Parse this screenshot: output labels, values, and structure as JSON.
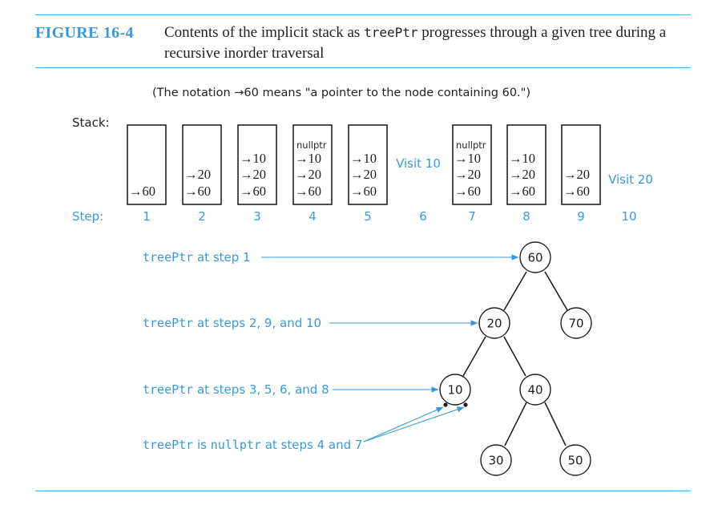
{
  "figure": {
    "label": "FIGURE 16-4",
    "caption_before": "Contents of the implicit stack as ",
    "caption_code": "treePtr",
    "caption_after": " progresses through a given tree during a recursive inorder traversal"
  },
  "note": "(The notation →60 means \"a pointer to the node containing 60.\")",
  "stack_label": "Stack:",
  "step_label": "Step:",
  "steps": [
    {
      "number": "1",
      "stack": [
        "→60"
      ],
      "visit": ""
    },
    {
      "number": "2",
      "stack": [
        "→20",
        "→60"
      ],
      "visit": ""
    },
    {
      "number": "3",
      "stack": [
        "→10",
        "→20",
        "→60"
      ],
      "visit": ""
    },
    {
      "number": "4",
      "stack": [
        "nullptr",
        "→10",
        "→20",
        "→60"
      ],
      "visit": ""
    },
    {
      "number": "5",
      "stack": [
        "→10",
        "→20",
        "→60"
      ],
      "visit": ""
    },
    {
      "number": "6",
      "stack": null,
      "visit": "Visit 10"
    },
    {
      "number": "7",
      "stack": [
        "nullptr",
        "→10",
        "→20",
        "→60"
      ],
      "visit": ""
    },
    {
      "number": "8",
      "stack": [
        "→10",
        "→20",
        "→60"
      ],
      "visit": ""
    },
    {
      "number": "9",
      "stack": [
        "→20",
        "→60"
      ],
      "visit": ""
    },
    {
      "number": "10",
      "stack": null,
      "visit": "Visit 20"
    }
  ],
  "pointer_labels": [
    {
      "code": "treePtr",
      "text": " at step 1",
      "extra_code": "",
      "extra_text": ""
    },
    {
      "code": "treePtr",
      "text": " at steps 2, 9, and 10",
      "extra_code": "",
      "extra_text": ""
    },
    {
      "code": "treePtr",
      "text": " at steps 3, 5, 6, and 8",
      "extra_code": "",
      "extra_text": ""
    },
    {
      "code": "treePtr",
      "text": " is ",
      "extra_code": "nullptr",
      "extra_text": " at steps 4 and 7"
    }
  ],
  "tree": {
    "nodes": [
      "60",
      "20",
      "70",
      "10",
      "40",
      "30",
      "50"
    ],
    "edges": [
      [
        "60",
        "20"
      ],
      [
        "60",
        "70"
      ],
      [
        "20",
        "10"
      ],
      [
        "20",
        "40"
      ],
      [
        "40",
        "30"
      ],
      [
        "40",
        "50"
      ]
    ]
  },
  "colors": {
    "accent": "#3a9ad9",
    "rule": "#5aa9dc",
    "text": "#231f20"
  }
}
